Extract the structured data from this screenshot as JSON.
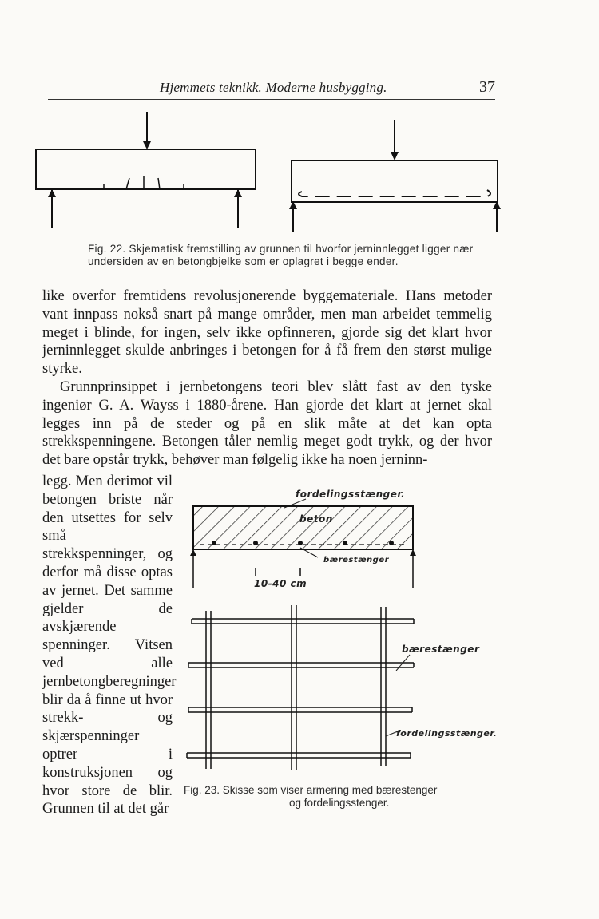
{
  "header": {
    "title": "Hjemmets teknikk.  Moderne husbygging.",
    "page_number": "37"
  },
  "fig22": {
    "caption_line1": "Fig. 22.  Skjematisk fremstilling av grunnen til hvorfor jerninnlegget ligger nær",
    "caption_line2": "undersiden av en betongbjelke som er oplagret i begge ender."
  },
  "paragraphs": [
    "like overfor fremtidens revolusjonerende byggemateriale. Hans metoder vant innpass nokså snart på mange områder, men man arbeidet temmelig meget i blinde, for ingen, selv ikke opfinneren, gjorde sig det klart hvor jerninnlegget skulde anbringes i betongen for å få frem den størst mulige styrke.",
    "Grunnprinsippet i jernbetongens teori blev slått fast av den tyske ingeniør G. A. Wayss i 1880-årene. Han gjorde det klart at jernet skal legges inn på de steder og på en slik måte at det kan opta strekkspenningene. Betongen tåler nemlig meget godt trykk, og der hvor det bare opstår trykk, behøver man følgelig ikke ha noen jerninn-"
  ],
  "narrow_column": "legg. Men derimot vil betongen briste når den utsettes for selv små strekkspenninger, og derfor må disse optas av jernet. Det samme gjelder de avskjærende spenninger. Vitsen ved alle jernbetongberegninger blir da å finne ut hvor strekk- og skjærspenninger optrer i konstruksjonen og hvor store de blir. Grunnen til at det går",
  "fig23": {
    "label_top": "fordelingsstænger.",
    "label_beton": "beton",
    "label_baere": "bærestænger",
    "label_spacing": "10-40 cm",
    "label_right_baere": "bærestænger",
    "label_right_fordeling": "fordelingsstænger.",
    "caption_line1": "Fig. 23.  Skisse som viser armering med bærestenger",
    "caption_line2": "og fordelingsstenger."
  }
}
